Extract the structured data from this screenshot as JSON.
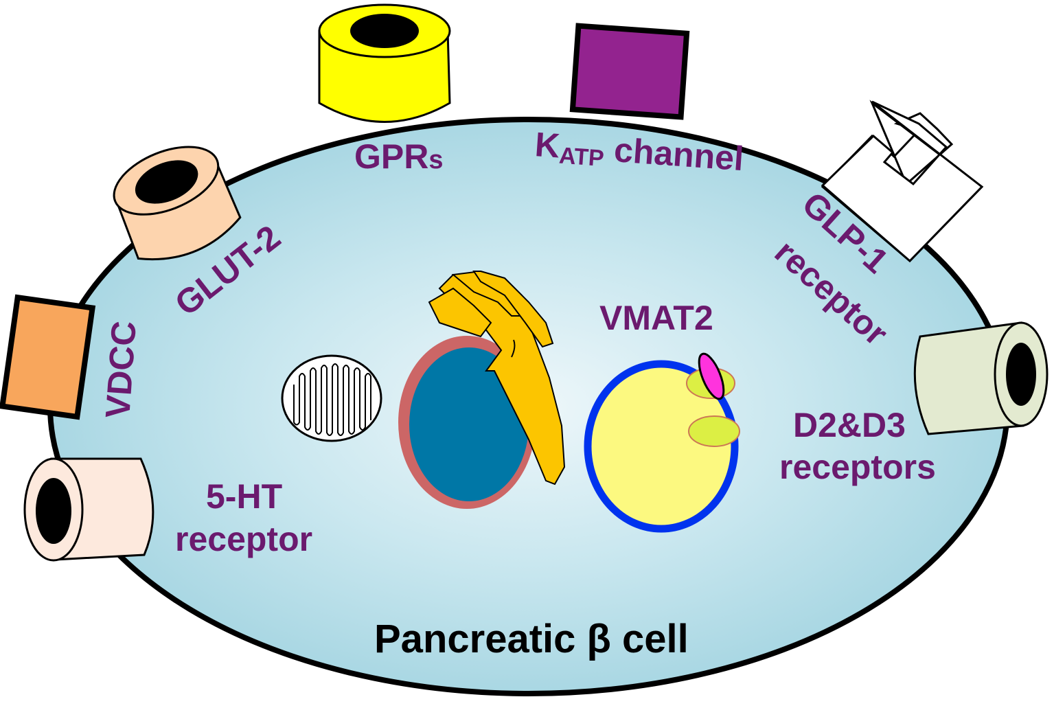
{
  "title": "Pancreatic β cell",
  "labels": {
    "gprs_main": "GPR",
    "gprs_suffix": "s",
    "katp_k": "K",
    "katp_sub": "ATP",
    "katp_rest": " channel",
    "glp1_line1": "GLP-1",
    "glp1_line2": "receptor",
    "glut2": "GLUT-2",
    "vdcc": "VDCC",
    "vmat2": "VMAT2",
    "d2d3_line1": "D2&D3",
    "d2d3_line2": "receptors",
    "ht5_line1": "5-HT",
    "ht5_line2": "receptor"
  },
  "colors": {
    "label": "#6b1a6e",
    "cell_center": "#eef7fa",
    "cell_edge": "#a9d7e3",
    "gprs": "#ffff00",
    "katp": "#93238f",
    "glut2": "#fdd4ae",
    "vdcc": "#f8a65c",
    "ht5": "#fde9dd",
    "d2d3": "#e3ead0",
    "nucleus": "#0077a6",
    "nuclear_envelope": "#cc6666",
    "golgi": "#fcc500",
    "vesicle": "#fcf980",
    "vesicle_membrane": "#0033ee",
    "transporter_magenta": "#ff33dd",
    "transporter_green": "#dcef44"
  }
}
